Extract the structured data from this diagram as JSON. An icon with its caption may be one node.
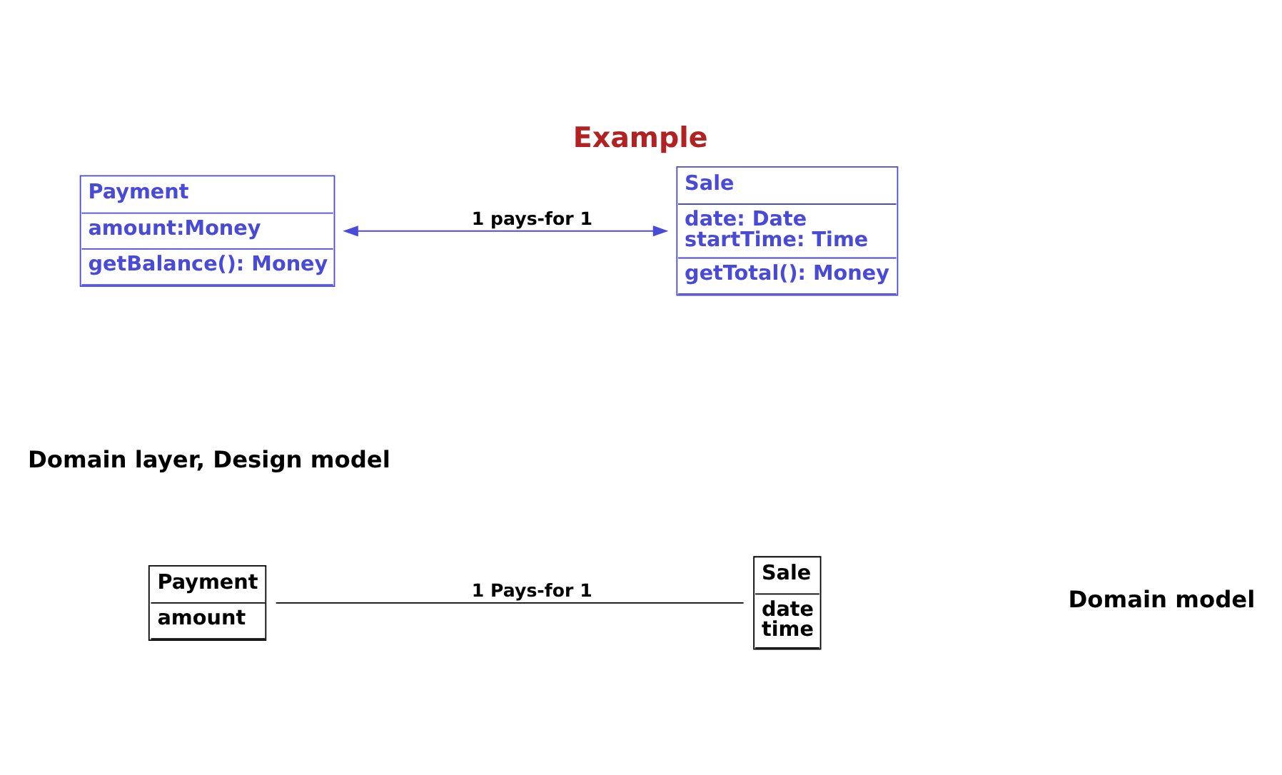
{
  "diagram": {
    "title": "Example",
    "nodes": [
      {
        "text": [
          "Payment",
          "amount"
        ]
      },
      {
        "text": [
          "Sale",
          "date",
          "time"
        ]
      },
      {
        "text": [
          "Payment",
          "amount:Money",
          "getBalance(): Money"
        ]
      },
      {
        "text": [
          "Sale",
          "date: Date",
          "startTime: Time",
          "getTotal(): Money"
        ]
      }
    ],
    "edges": [
      {
        "from": 0,
        "to": 1,
        "arrow": "none",
        "label": "1 Pays-for 1"
      },
      {
        "from": 2,
        "to": 3,
        "arrow": "both",
        "label": "1 pays-for 1",
        "color": "#4a4ad8"
      }
    ],
    "labels": [
      "Domain model",
      "Domain layer, Design model"
    ]
  }
}
